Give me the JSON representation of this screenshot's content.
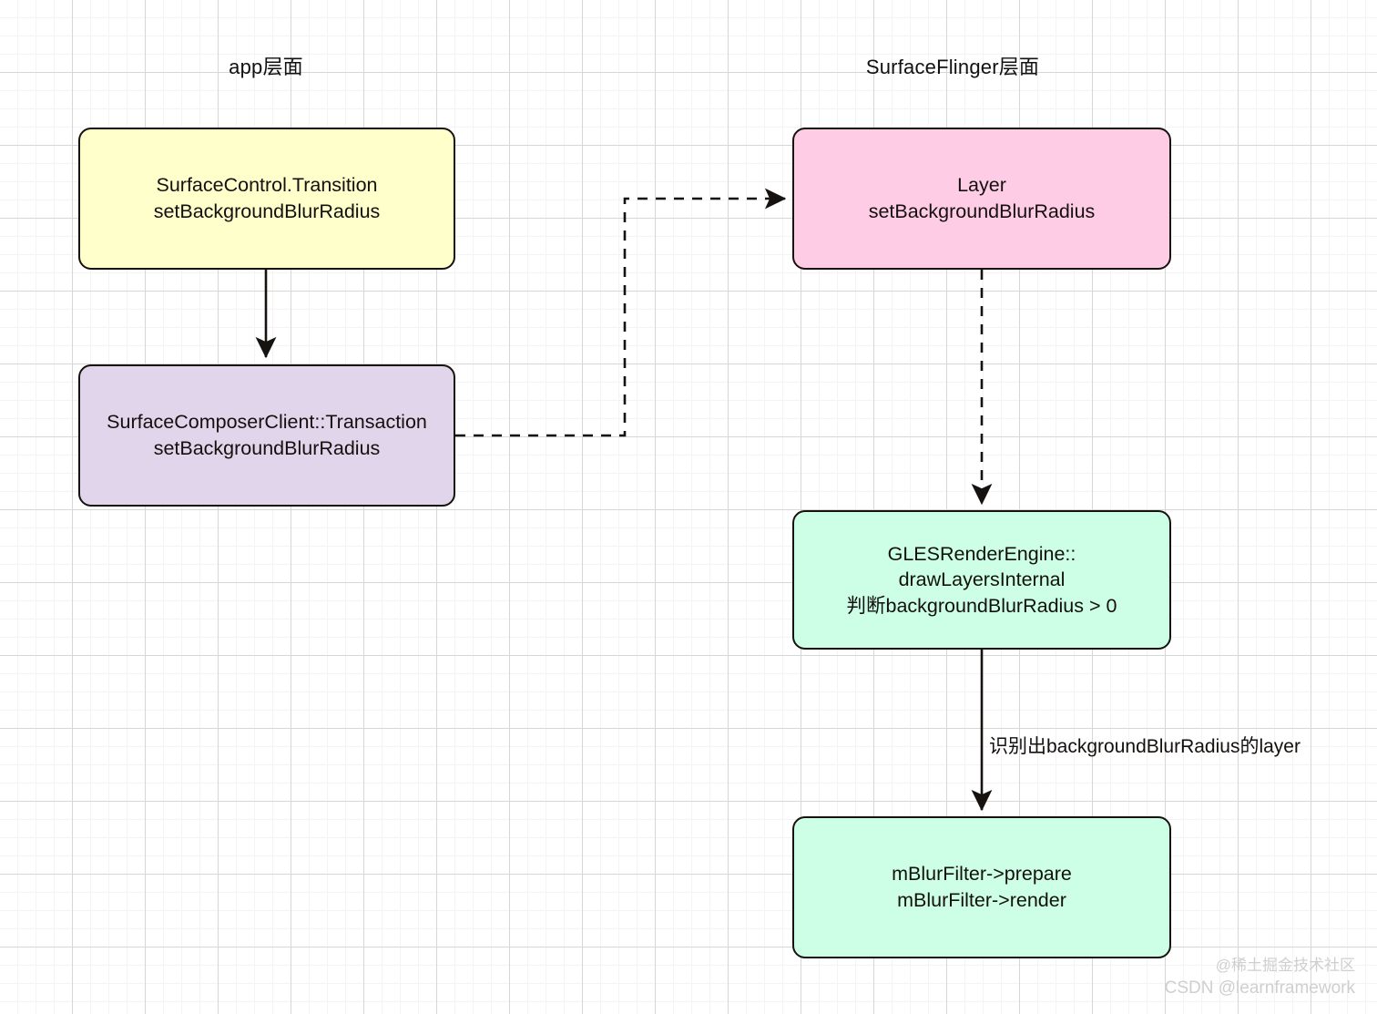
{
  "diagram": {
    "title_app_column": "app层面",
    "title_sf_column": "SurfaceFlinger层面",
    "nodes": [
      {
        "id": "surfacecontrol-transition",
        "label": "SurfaceControl.Transition\nsetBackgroundBlurRadius",
        "color": "#ffffcc",
        "column": "app"
      },
      {
        "id": "surfacecomposerclient-transaction",
        "label": "SurfaceComposerClient::Transaction\nsetBackgroundBlurRadius",
        "color": "#e1d5ec",
        "column": "app"
      },
      {
        "id": "layer-setbackgroundblurradius",
        "label": "Layer\nsetBackgroundBlurRadius",
        "color": "#ffcce6",
        "column": "surfaceflinger"
      },
      {
        "id": "glesrenderengine-drawlayersinternal",
        "label": "GLESRenderEngine::\ndrawLayersInternal\n判断backgroundBlurRadius > 0",
        "color": "#ccffe6",
        "column": "surfaceflinger"
      },
      {
        "id": "mblurfilter-prepare-render",
        "label": "mBlurFilter->prepare\nmBlurFilter->render",
        "color": "#ccffe6",
        "column": "surfaceflinger"
      }
    ],
    "edges": [
      {
        "id": "edge-transition-to-transaction",
        "from": "surfacecontrol-transition",
        "to": "surfacecomposerclient-transaction",
        "style": "solid",
        "label": ""
      },
      {
        "id": "edge-transaction-to-layer",
        "from": "surfacecomposerclient-transaction",
        "to": "layer-setbackgroundblurradius",
        "style": "dashed",
        "label": ""
      },
      {
        "id": "edge-layer-to-renderengine",
        "from": "layer-setbackgroundblurradius",
        "to": "glesrenderengine-drawlayersinternal",
        "style": "dashed",
        "label": ""
      },
      {
        "id": "edge-renderengine-to-blurfilter",
        "from": "glesrenderengine-drawlayersinternal",
        "to": "mblurfilter-prepare-render",
        "style": "solid",
        "label": "识别出backgroundBlurRadius的layer"
      }
    ],
    "stroke_color": "#16120f"
  },
  "watermark": {
    "line1": "@稀土掘金技术社区",
    "line2": "CSDN @learnframework"
  }
}
